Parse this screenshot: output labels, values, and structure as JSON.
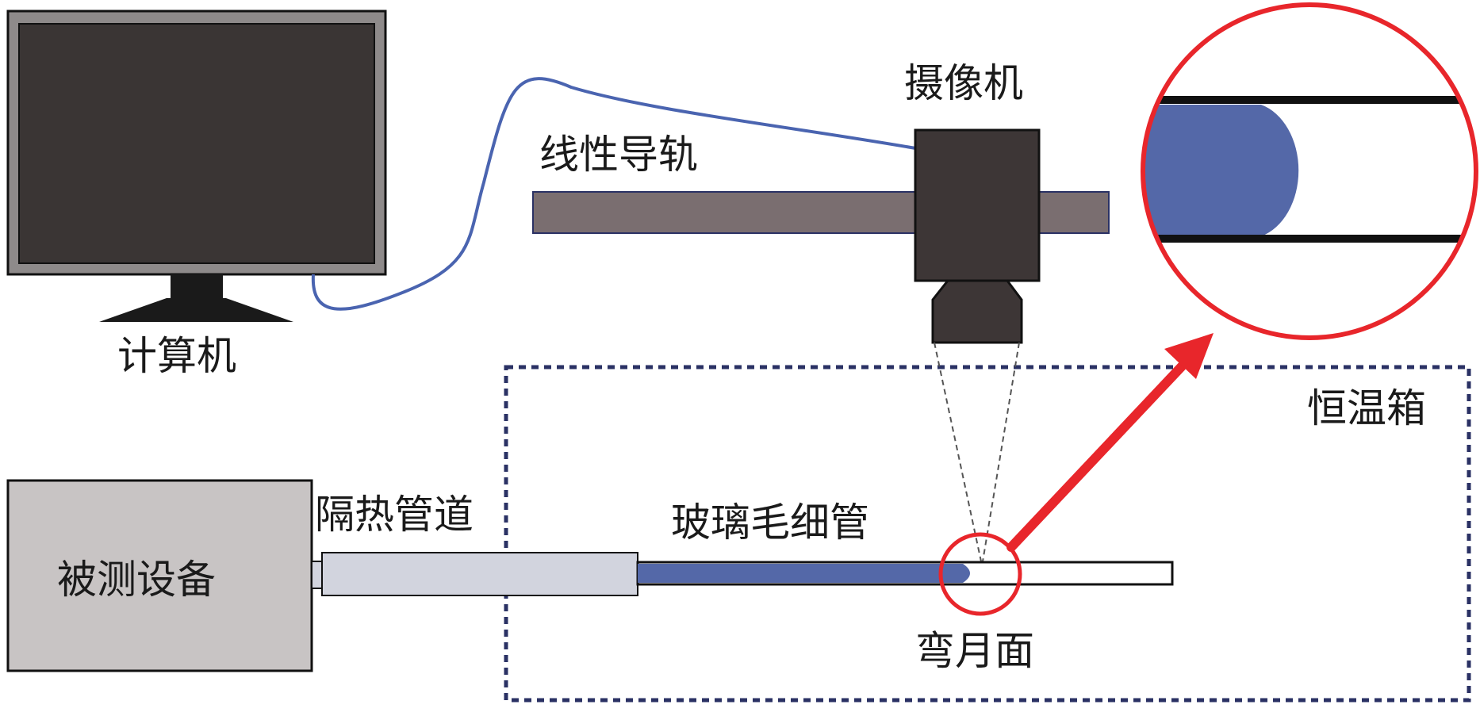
{
  "labels": {
    "computer": "计算机",
    "camera": "摄像机",
    "linear_rail": "线性导轨",
    "thermostat_box": "恒温箱",
    "device_under_test": "被测设备",
    "insulated_pipe": "隔热管道",
    "glass_capillary": "玻璃毛细管",
    "meniscus": "弯月面"
  },
  "colors": {
    "monitor_screen": "#3a3534",
    "monitor_frame": "#8e8a8a",
    "rail": "#7a6e70",
    "camera_body": "#3d3636",
    "cable": "#4a64b0",
    "fluid": "#5468a8",
    "device_box": "#c8c4c4",
    "pipe": "#d2d4de",
    "highlight": "#e8262b",
    "thermostat_border": "#2a3164"
  }
}
